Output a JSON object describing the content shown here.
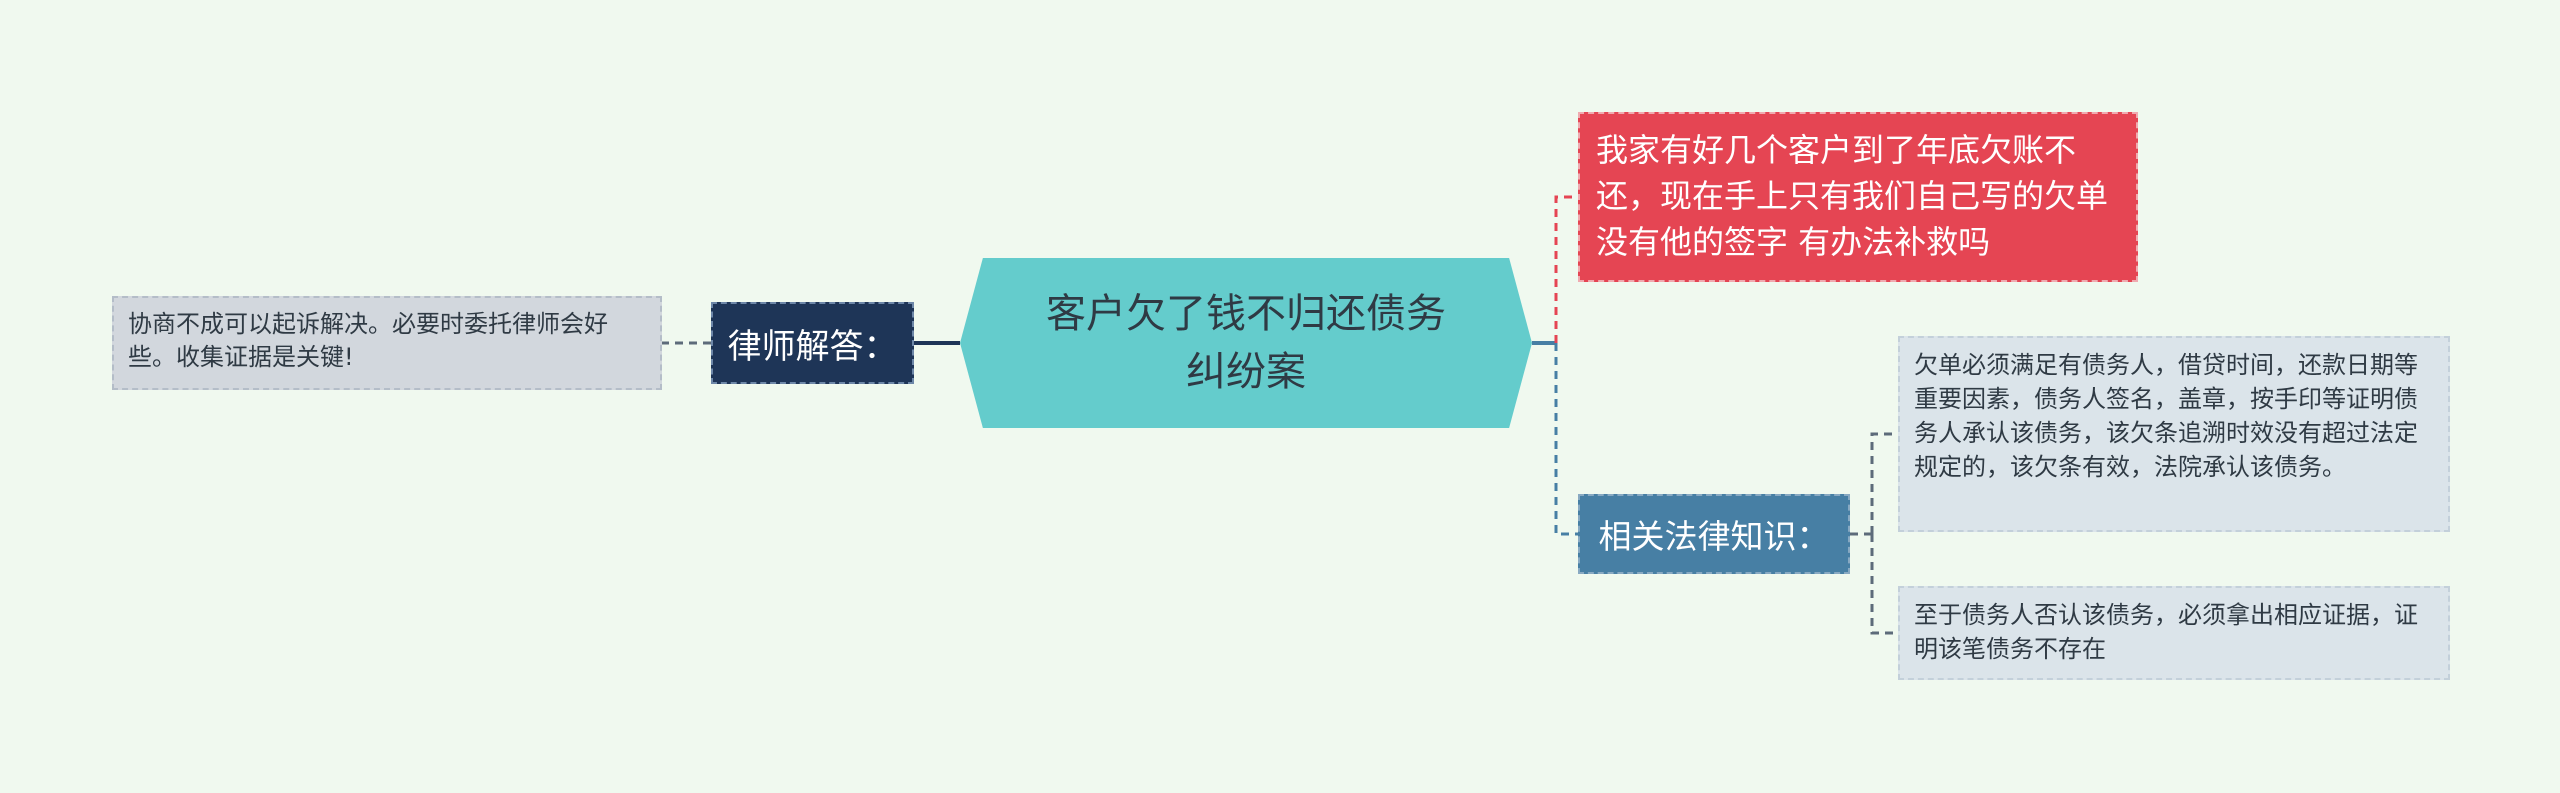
{
  "mindmap": {
    "central": {
      "text": "客户欠了钱不归还债务纠纷案"
    },
    "question": {
      "text": "我家有好几个客户到了年底欠账不还，现在手上只有我们自己写的欠单 没有他的签字 有办法补救吗"
    },
    "lawyer_answer": {
      "label": "律师解答：",
      "detail": "协商不成可以起诉解决。必要时委托律师会好些。收集证据是关键!"
    },
    "related_law": {
      "label": "相关法律知识：",
      "items": [
        "欠单必须满足有债务人，借贷时间，还款日期等重要因素，债务人签名，盖章，按手印等证明债务人承认该债务，该欠条追溯时效没有超过法定规定的，该欠条有效，法院承认该债务。",
        "至于债务人否认该债务，必须拿出相应证据，证明该笔债务不存在"
      ]
    }
  },
  "colors": {
    "background": "#f0f9ef",
    "central": "#64cccc",
    "question": "#e54553",
    "lawyer_label": "#1e3557",
    "related_label": "#477fa4",
    "leaf": "#dbe4ea",
    "detail_left": "#d2d7dd"
  }
}
